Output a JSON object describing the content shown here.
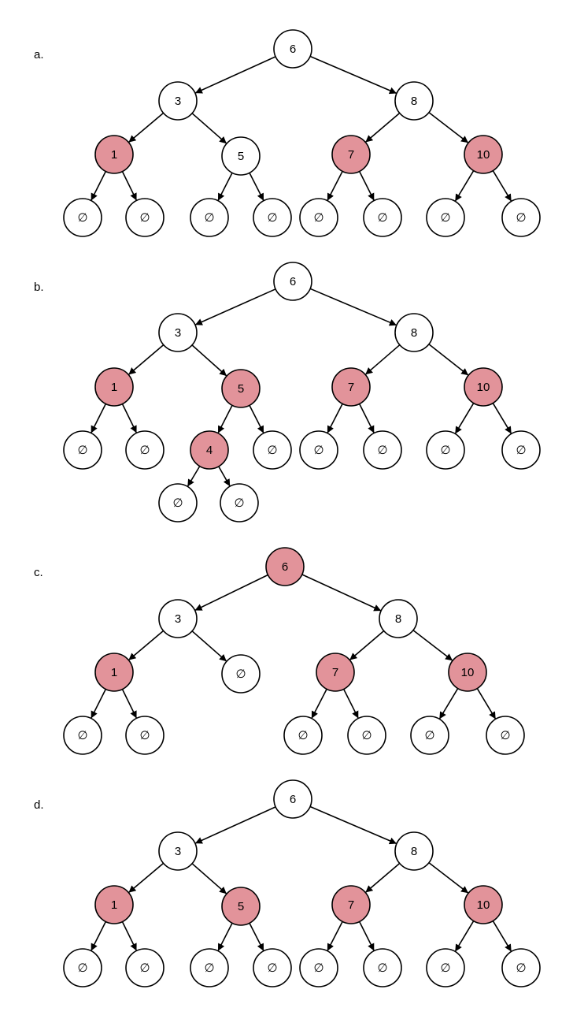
{
  "colors": {
    "red": "#e2939a",
    "black": "#ffffff",
    "stroke": "#000000"
  },
  "panels": [
    {
      "label": "a.",
      "nodes": [
        {
          "id": "n6",
          "text": "6",
          "color": "black"
        },
        {
          "id": "n3",
          "text": "3",
          "color": "black"
        },
        {
          "id": "n8",
          "text": "8",
          "color": "black"
        },
        {
          "id": "n1",
          "text": "1",
          "color": "red"
        },
        {
          "id": "n5",
          "text": "5",
          "color": "black"
        },
        {
          "id": "n7",
          "text": "7",
          "color": "red"
        },
        {
          "id": "n10",
          "text": "10",
          "color": "red"
        },
        {
          "id": "l1",
          "text": "∅",
          "color": "black"
        },
        {
          "id": "l2",
          "text": "∅",
          "color": "black"
        },
        {
          "id": "l3",
          "text": "∅",
          "color": "black"
        },
        {
          "id": "l4",
          "text": "∅",
          "color": "black"
        },
        {
          "id": "l5",
          "text": "∅",
          "color": "black"
        },
        {
          "id": "l6",
          "text": "∅",
          "color": "black"
        },
        {
          "id": "l7",
          "text": "∅",
          "color": "black"
        },
        {
          "id": "l8",
          "text": "∅",
          "color": "black"
        }
      ],
      "edges": [
        [
          "n6",
          "n3"
        ],
        [
          "n6",
          "n8"
        ],
        [
          "n3",
          "n1"
        ],
        [
          "n3",
          "n5"
        ],
        [
          "n8",
          "n7"
        ],
        [
          "n8",
          "n10"
        ],
        [
          "n1",
          "l1"
        ],
        [
          "n1",
          "l2"
        ],
        [
          "n5",
          "l3"
        ],
        [
          "n5",
          "l4"
        ],
        [
          "n7",
          "l5"
        ],
        [
          "n7",
          "l6"
        ],
        [
          "n10",
          "l7"
        ],
        [
          "n10",
          "l8"
        ]
      ]
    },
    {
      "label": "b.",
      "nodes": [
        {
          "id": "n6",
          "text": "6",
          "color": "black"
        },
        {
          "id": "n3",
          "text": "3",
          "color": "black"
        },
        {
          "id": "n8",
          "text": "8",
          "color": "black"
        },
        {
          "id": "n1",
          "text": "1",
          "color": "red"
        },
        {
          "id": "n5",
          "text": "5",
          "color": "red"
        },
        {
          "id": "n7",
          "text": "7",
          "color": "red"
        },
        {
          "id": "n10",
          "text": "10",
          "color": "red"
        },
        {
          "id": "l1",
          "text": "∅",
          "color": "black"
        },
        {
          "id": "l2",
          "text": "∅",
          "color": "black"
        },
        {
          "id": "n4",
          "text": "4",
          "color": "red"
        },
        {
          "id": "l4",
          "text": "∅",
          "color": "black"
        },
        {
          "id": "l5",
          "text": "∅",
          "color": "black"
        },
        {
          "id": "l6",
          "text": "∅",
          "color": "black"
        },
        {
          "id": "l7",
          "text": "∅",
          "color": "black"
        },
        {
          "id": "l8",
          "text": "∅",
          "color": "black"
        },
        {
          "id": "l9",
          "text": "∅",
          "color": "black"
        },
        {
          "id": "l10",
          "text": "∅",
          "color": "black"
        }
      ],
      "edges": [
        [
          "n6",
          "n3"
        ],
        [
          "n6",
          "n8"
        ],
        [
          "n3",
          "n1"
        ],
        [
          "n3",
          "n5"
        ],
        [
          "n8",
          "n7"
        ],
        [
          "n8",
          "n10"
        ],
        [
          "n1",
          "l1"
        ],
        [
          "n1",
          "l2"
        ],
        [
          "n5",
          "n4"
        ],
        [
          "n5",
          "l4"
        ],
        [
          "n7",
          "l5"
        ],
        [
          "n7",
          "l6"
        ],
        [
          "n10",
          "l7"
        ],
        [
          "n10",
          "l8"
        ],
        [
          "n4",
          "l9"
        ],
        [
          "n4",
          "l10"
        ]
      ]
    },
    {
      "label": "c.",
      "nodes": [
        {
          "id": "n6",
          "text": "6",
          "color": "red"
        },
        {
          "id": "n3",
          "text": "3",
          "color": "black"
        },
        {
          "id": "n8",
          "text": "8",
          "color": "black"
        },
        {
          "id": "n1",
          "text": "1",
          "color": "red"
        },
        {
          "id": "l3",
          "text": "∅",
          "color": "black"
        },
        {
          "id": "n7",
          "text": "7",
          "color": "red"
        },
        {
          "id": "n10",
          "text": "10",
          "color": "red"
        },
        {
          "id": "l1",
          "text": "∅",
          "color": "black"
        },
        {
          "id": "l2",
          "text": "∅",
          "color": "black"
        },
        {
          "id": "l5",
          "text": "∅",
          "color": "black"
        },
        {
          "id": "l6",
          "text": "∅",
          "color": "black"
        },
        {
          "id": "l7",
          "text": "∅",
          "color": "black"
        },
        {
          "id": "l8",
          "text": "∅",
          "color": "black"
        }
      ],
      "edges": [
        [
          "n6",
          "n3"
        ],
        [
          "n6",
          "n8"
        ],
        [
          "n3",
          "n1"
        ],
        [
          "n3",
          "l3"
        ],
        [
          "n8",
          "n7"
        ],
        [
          "n8",
          "n10"
        ],
        [
          "n1",
          "l1"
        ],
        [
          "n1",
          "l2"
        ],
        [
          "n7",
          "l5"
        ],
        [
          "n7",
          "l6"
        ],
        [
          "n10",
          "l7"
        ],
        [
          "n10",
          "l8"
        ]
      ]
    },
    {
      "label": "d.",
      "nodes": [
        {
          "id": "n6",
          "text": "6",
          "color": "black"
        },
        {
          "id": "n3",
          "text": "3",
          "color": "black"
        },
        {
          "id": "n8",
          "text": "8",
          "color": "black"
        },
        {
          "id": "n1",
          "text": "1",
          "color": "red"
        },
        {
          "id": "n5",
          "text": "5",
          "color": "red"
        },
        {
          "id": "n7",
          "text": "7",
          "color": "red"
        },
        {
          "id": "n10",
          "text": "10",
          "color": "red"
        },
        {
          "id": "l1",
          "text": "∅",
          "color": "black"
        },
        {
          "id": "l2",
          "text": "∅",
          "color": "black"
        },
        {
          "id": "l3",
          "text": "∅",
          "color": "black"
        },
        {
          "id": "l4",
          "text": "∅",
          "color": "black"
        },
        {
          "id": "l5",
          "text": "∅",
          "color": "black"
        },
        {
          "id": "l6",
          "text": "∅",
          "color": "black"
        },
        {
          "id": "l7",
          "text": "∅",
          "color": "black"
        },
        {
          "id": "l8",
          "text": "∅",
          "color": "black"
        }
      ],
      "edges": [
        [
          "n6",
          "n3"
        ],
        [
          "n6",
          "n8"
        ],
        [
          "n3",
          "n1"
        ],
        [
          "n3",
          "n5"
        ],
        [
          "n8",
          "n7"
        ],
        [
          "n8",
          "n10"
        ],
        [
          "n1",
          "l1"
        ],
        [
          "n1",
          "l2"
        ],
        [
          "n5",
          "l3"
        ],
        [
          "n5",
          "l4"
        ],
        [
          "n7",
          "l5"
        ],
        [
          "n7",
          "l6"
        ],
        [
          "n10",
          "l7"
        ],
        [
          "n10",
          "l8"
        ]
      ]
    }
  ]
}
